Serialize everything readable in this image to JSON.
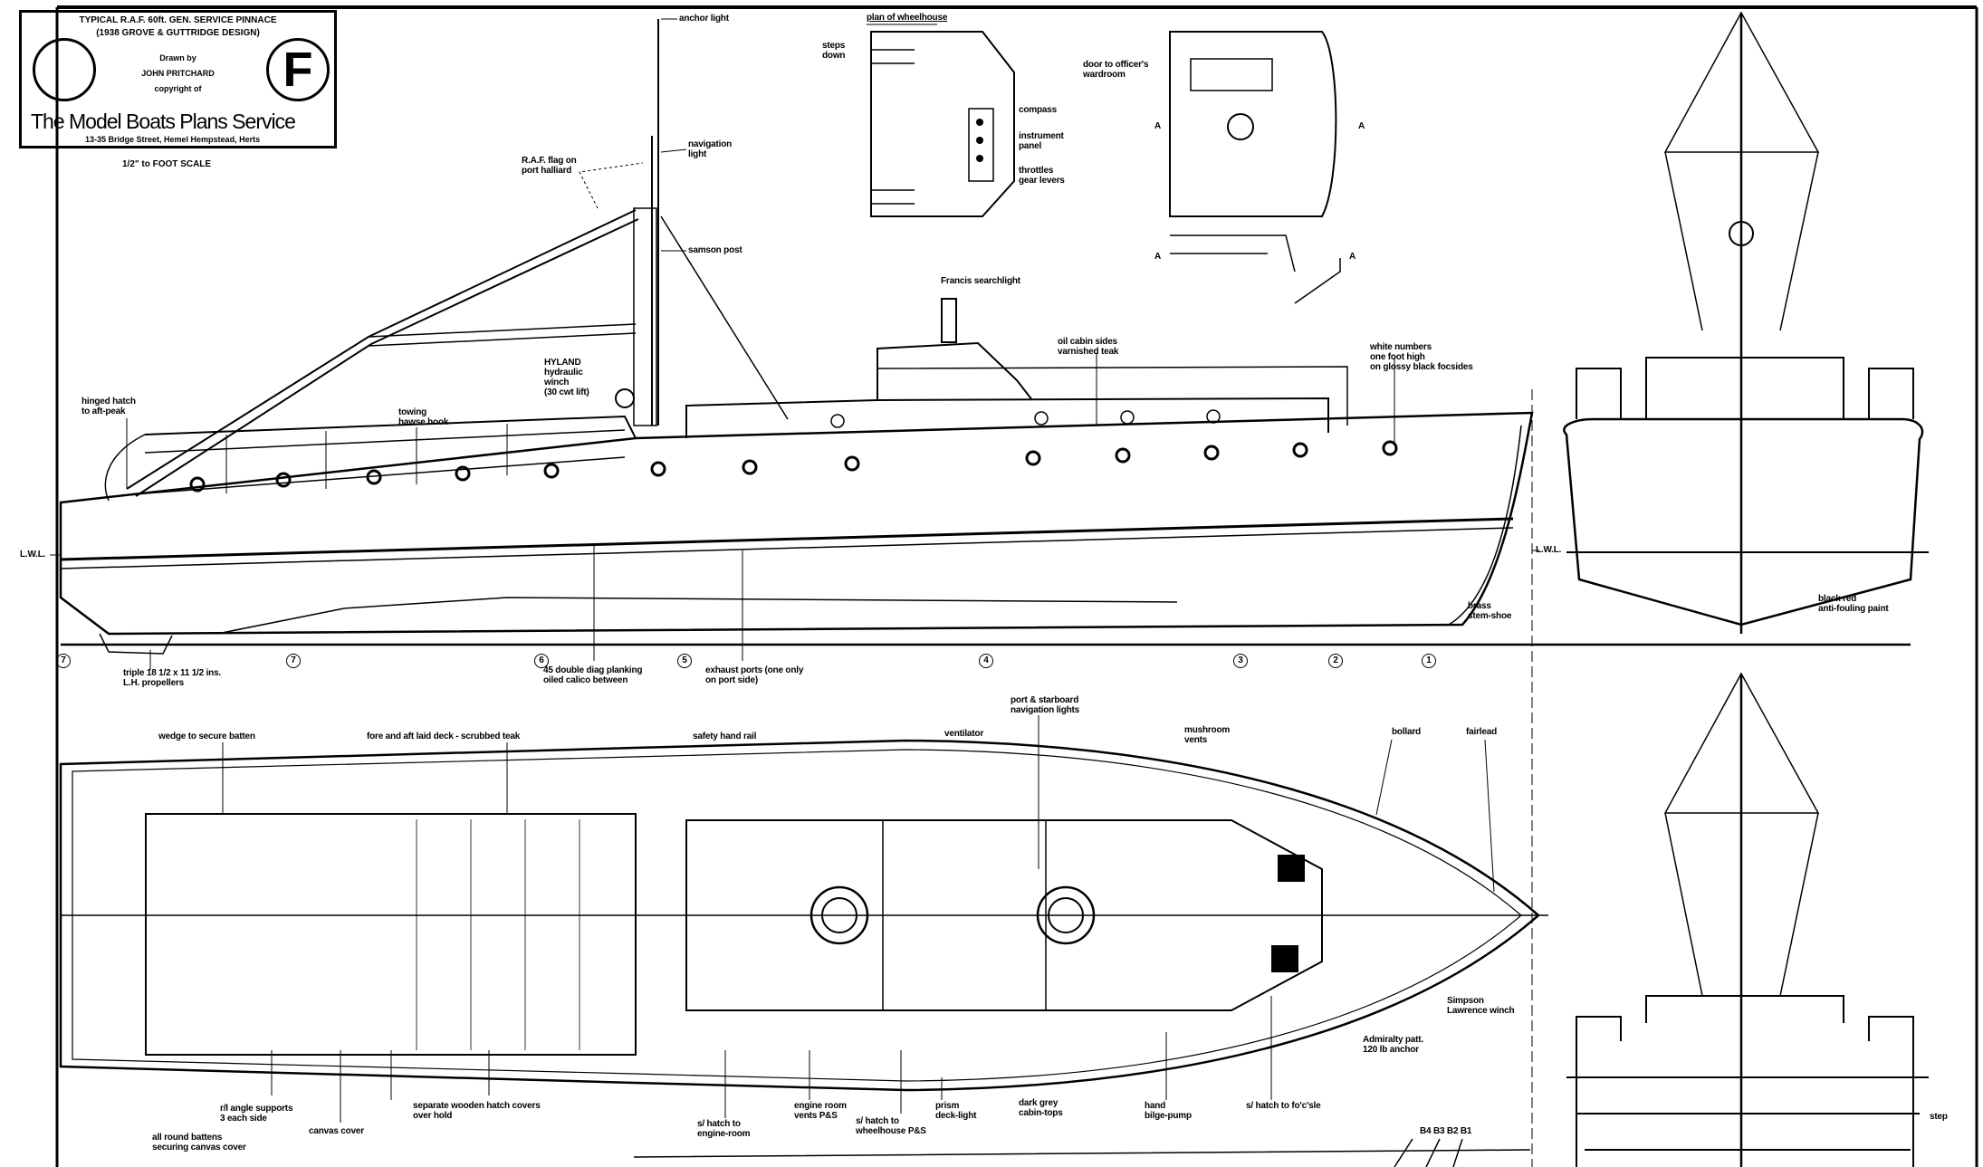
{
  "title_block": {
    "line1": "TYPICAL R.A.F. 60ft. GEN. SERVICE PINNACE",
    "line2": "(1938 GROVE & GUTTRIDGE DESIGN)",
    "drawn_by": "Drawn by",
    "author": "JOHN PRITCHARD",
    "copyright": "copyright     of",
    "service": "The Model Boats Plans  Service",
    "address": "13-35 Bridge Street, Hemel Hempstead, Herts",
    "badge": "F"
  },
  "scale": "1/2\" to FOOT SCALE",
  "labels": {
    "profile": [
      "anchor light",
      "navigation\nlight",
      "R.A.F. flag on\nport halliard",
      "samson post",
      "Francis searchlight",
      "oil cabin sides\nvarnished teak",
      "white numbers\none foot high\non glossy black focsides",
      "HYLAND\nhydraulic\nwinch\n(30 cwt lift)",
      "hinged hatch\nto aft-peak",
      "towing\nhawse   hook",
      "L.W.L.",
      "L.W.L.",
      "brass\nstem-shoe",
      "black red\nanti-fouling paint",
      "triple 18 1/2 x 11 1/2 ins.\nL.H. propellers",
      "45 double diag planking\noiled calico between",
      "exhaust  ports (one only\non port side)"
    ],
    "wheelhouse": [
      "plan of wheelhouse",
      "steps\ndown",
      "compass",
      "instrument\npanel",
      "throttles\ngear levers",
      "door to officer's\nwardroom",
      "A",
      "A",
      "A",
      "A"
    ],
    "plan": [
      "wedge to secure batten",
      "fore and aft laid deck - scrubbed teak",
      "safety hand rail",
      "ventilator",
      "port & starboard\nnavigation lights",
      "mushroom\nvents",
      "bollard",
      "fairlead",
      "Simpson\nLawrence winch",
      "Admiralty patt.\n120 lb anchor",
      "s/ hatch to fo'c'sle",
      "hand\nbilge-pump",
      "dark grey\ncabin-tops",
      "prism\ndeck-light",
      "s/ hatch to\nwheelhouse P&S",
      "engine room\nvents P&S",
      "s/ hatch to\nengine-room",
      "separate wooden hatch covers\nover hold",
      "canvas cover",
      "r/l angle supports\n3 each side",
      "all round battens\nsecuring canvas cover",
      "B4   B3   B2  B1",
      "step"
    ]
  },
  "stations": [
    "7",
    "7",
    "6",
    "5",
    "4",
    "3",
    "2",
    "1"
  ]
}
